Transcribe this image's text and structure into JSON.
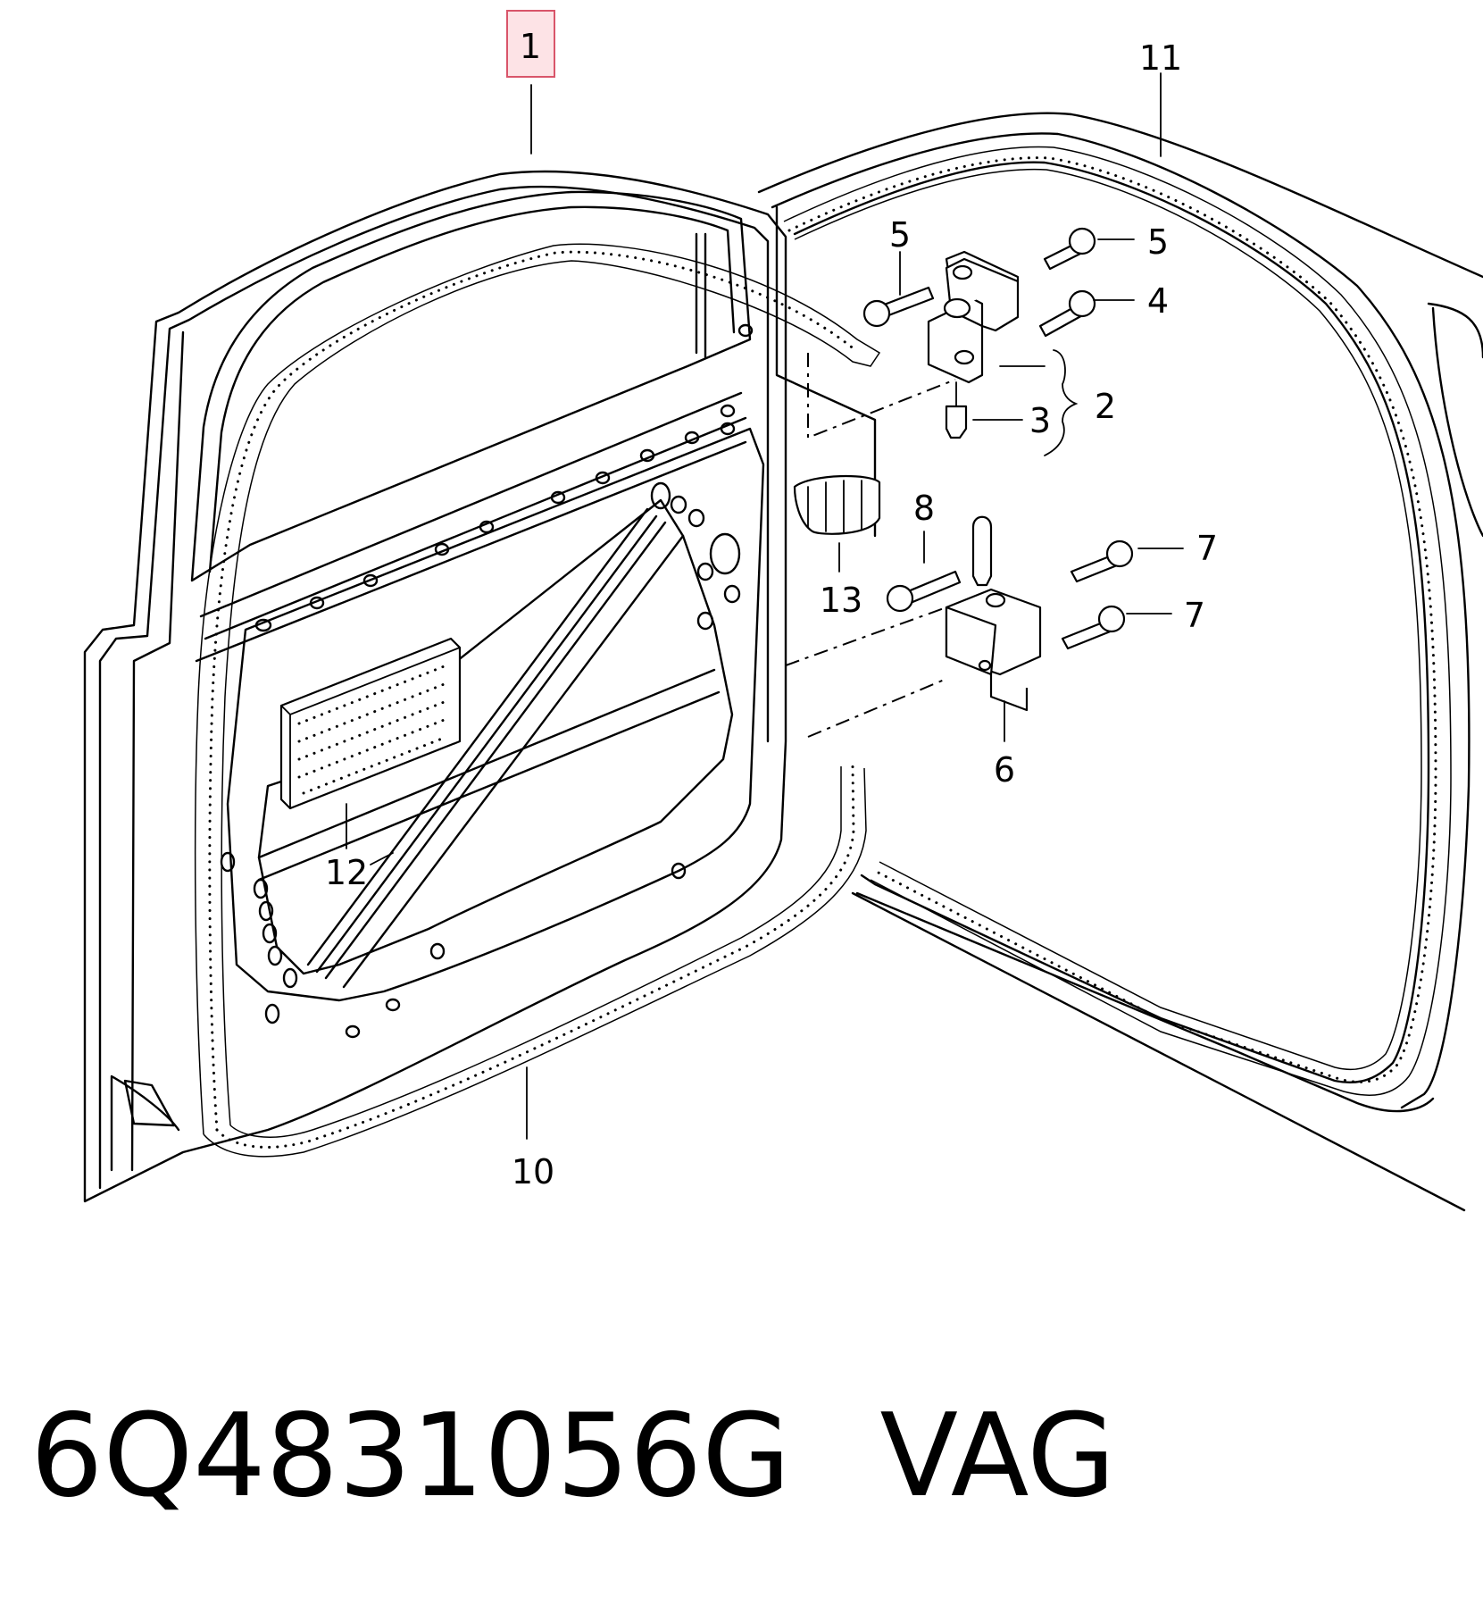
{
  "diagram": {
    "callouts": {
      "c1": "1",
      "c2": "2",
      "c3": "3",
      "c4": "4",
      "c5a": "5",
      "c5b": "5",
      "c6": "6",
      "c7a": "7",
      "c7b": "7",
      "c8": "8",
      "c10": "10",
      "c11": "11",
      "c12": "12",
      "c13": "13"
    },
    "highlighted_callout": "1",
    "highlight_color": "#d9556a"
  },
  "caption": {
    "part_number": "6Q4831056G",
    "brand": "VAG"
  }
}
